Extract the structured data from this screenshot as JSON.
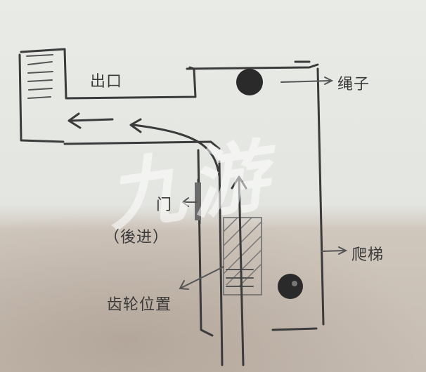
{
  "labels": {
    "exit": "出口",
    "rope": "绳子",
    "ladder": "爬梯",
    "door": "门",
    "door_note": "（後进）",
    "gear_position": "齿轮位置"
  },
  "watermark": "九游",
  "colors": {
    "pencil": "#3b3b3b",
    "paper": "#e6e8e4",
    "ball": "#2a2a2a"
  }
}
